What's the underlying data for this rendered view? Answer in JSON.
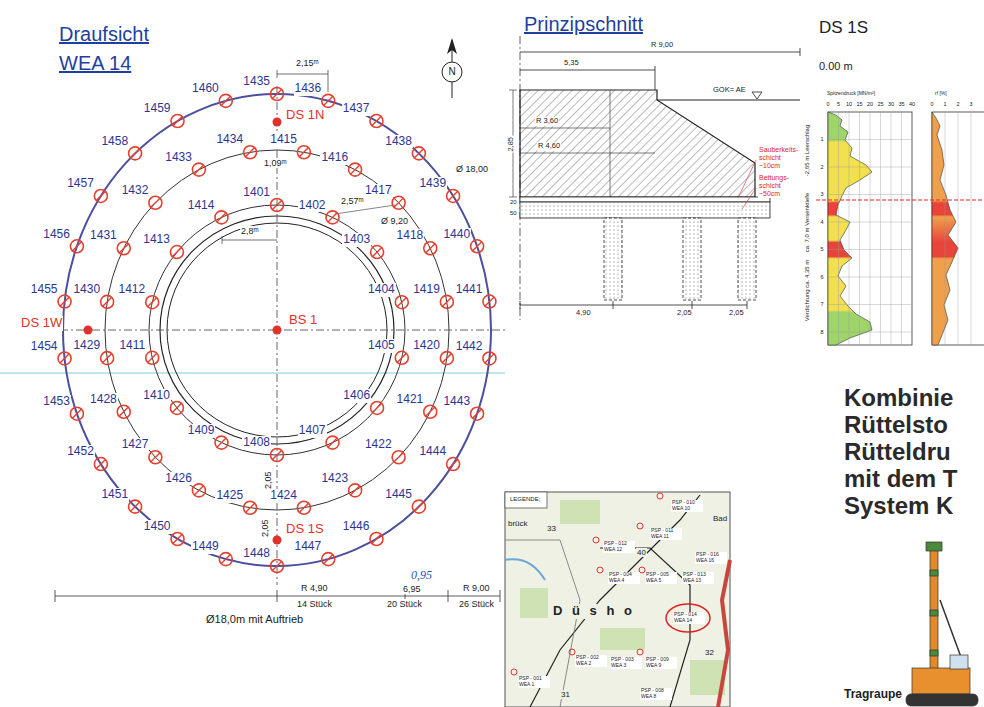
{
  "diagram": {
    "title": "Draufsicht WEA 14",
    "labels": [
      "1401",
      "1402",
      "1403",
      "1404",
      "1405",
      "1406",
      "1407",
      "1408",
      "1409",
      "1410",
      "1411",
      "1412",
      "1413",
      "1414",
      "1415",
      "1416",
      "1417",
      "1418",
      "1419",
      "1420",
      "1421",
      "1422",
      "1423",
      "1424",
      "1425",
      "1426",
      "1427",
      "1428",
      "1429",
      "1430",
      "1431",
      "1432",
      "1433",
      "1434",
      "1435",
      "1436",
      "1437",
      "1438",
      "1439",
      "1440",
      "1441",
      "1442",
      "1443",
      "1444",
      "1445",
      "1446",
      "1447",
      "1448",
      "1449",
      "1450",
      "1451",
      "1452",
      "1453",
      "1454",
      "1455",
      "1456",
      "1457",
      "1458",
      "1459",
      "1460",
      "DS 1N",
      "DS 1W",
      "BS 1",
      "DS 1S",
      "2,15ᵐ",
      "1,09ᵐ",
      "2,57ᵐ",
      "2,8ᵐ",
      "Ø 18,00",
      "Ø 9,20",
      "2,05",
      "2,05",
      "R 4,90",
      "6,95",
      "0,95",
      "R 9,00",
      "14 Stück",
      "20 Stück",
      "26 Stück",
      "Ø18,0m mit Auftrieb",
      "N",
      "Prinzipschnitt",
      "R 9,00",
      "5,35",
      "R 3,60",
      "R 4,60",
      "2,85",
      "GOK= AE",
      "Sauberkeits- schicht ~10cm",
      "Bettungs- schicht ~50cm",
      "20",
      "50",
      "4,90",
      "2,05",
      "2,05",
      "DS 1S",
      "0.00 m",
      "Spitzendruck [MN/m²]",
      "rf [%]",
      "0",
      "5",
      "10",
      "15",
      "20",
      "25",
      "30",
      "35",
      "40",
      "0",
      "1",
      "2",
      "3",
      "1",
      "2",
      "3",
      "4",
      "5",
      "6",
      "7",
      "8",
      "-2,65 m Leerschlag",
      "ca. 7,0 m Versenktiefe",
      "Verdichtung ca. 4,35 m",
      "Kombinie",
      "Rüttelsto",
      "Rütteldru",
      "mit dem T",
      "System K",
      "Tragraupe",
      "LEGENDE;",
      "33",
      "40",
      "32",
      "31",
      "D ü s h o",
      "PSP - 010 WEA 10",
      "PSP - 011 WEA 11",
      "PSP - 012 WEA 12",
      "PSP - 004 WEA 4",
      "PSP - 005 WEA 5",
      "PSP - 013 WEA 13",
      "PSP - 016 WEA 16",
      "PSP - 014 WEA 14",
      "PSP - 002 WEA 2",
      "PSP - 003 WEA 3",
      "PSP - 009 WEA 9",
      "PSP - 001 WEA 1",
      "PSP - 008 WEA 8",
      "Bad",
      "brück"
    ]
  }
}
